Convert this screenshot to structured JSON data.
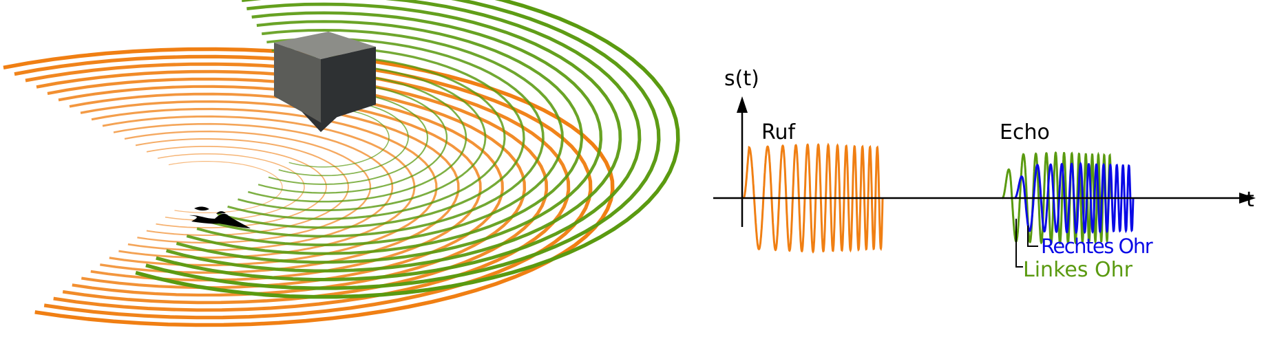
{
  "colors": {
    "call": "#f07f13",
    "left_ear": "#5a9a10",
    "right_ear": "#0a0ae6",
    "axis": "#000000",
    "cube_top": "#8c8d88",
    "cube_left": "#5b5c58",
    "cube_right": "#2e3133",
    "bat": "#000000"
  },
  "icons": {
    "object": "cube-icon",
    "bat": "bat-icon"
  },
  "plot": {
    "y_axis_label": "s(t)",
    "x_axis_label": "t",
    "call_label": "Ruf",
    "echo_label": "Echo",
    "right_ear_label": "Rechtes Ohr",
    "left_ear_label": "Linkes Ohr"
  }
}
